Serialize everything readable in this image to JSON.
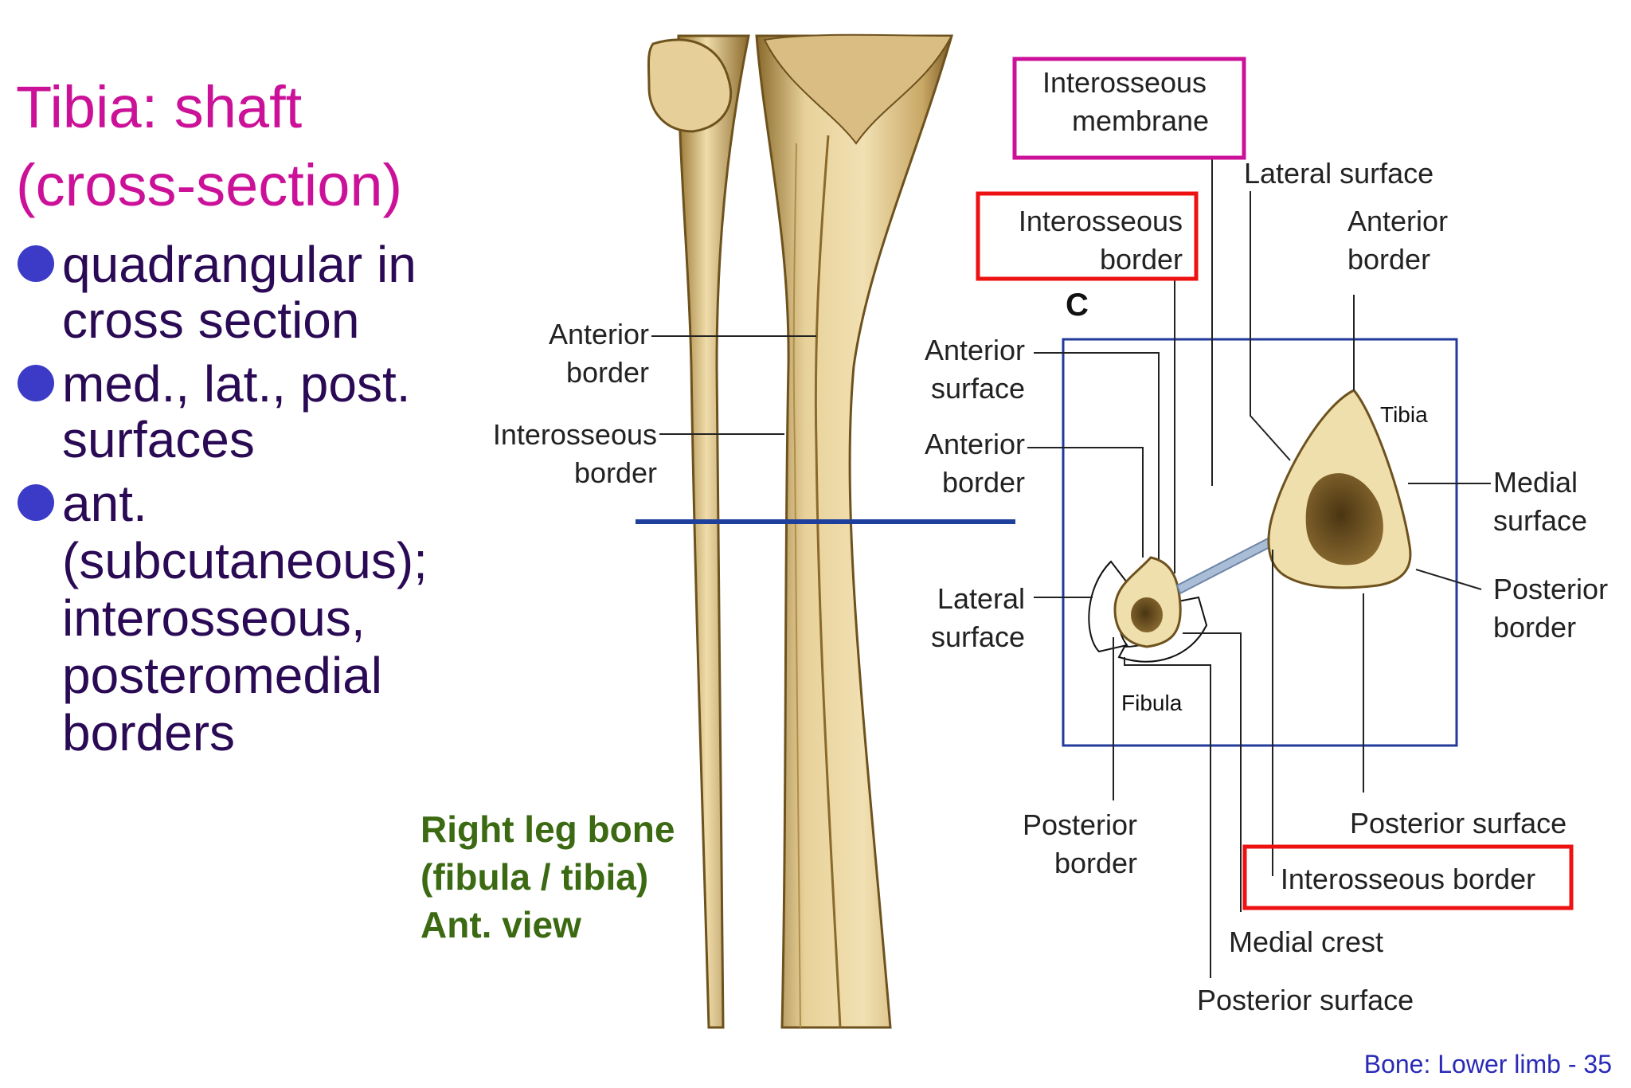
{
  "slide": {
    "title_line1": "Tibia: shaft",
    "title_line2": "(cross-section)",
    "bullets": [
      {
        "lines": [
          "quadrangular in",
          "cross section"
        ]
      },
      {
        "lines": [
          "med., lat., post.",
          "surfaces"
        ]
      },
      {
        "lines": [
          "ant.",
          "(subcutaneous);",
          "interosseous,",
          "posteromedial",
          "borders"
        ]
      }
    ],
    "caption": [
      "Right leg bone",
      "(fibula / tibia)",
      "Ant. view"
    ],
    "footer": "Bone: Lower limb - 35"
  },
  "figure": {
    "leg_labels": {
      "anterior_border": [
        "Anterior",
        "border"
      ],
      "interosseous_border": [
        "Interosseous",
        "border"
      ]
    },
    "panel_letter": "C",
    "labels": {
      "interosseous_membrane": [
        "Interosseous",
        "membrane"
      ],
      "interosseous_border_top": [
        "Interosseous",
        "border"
      ],
      "lateral_surface_top": "Lateral surface",
      "anterior_border_right": [
        "Anterior",
        "border"
      ],
      "anterior_surface": [
        "Anterior",
        "surface"
      ],
      "anterior_border_left": [
        "Anterior",
        "border"
      ],
      "lateral_surface_left": [
        "Lateral",
        "surface"
      ],
      "tibia": "Tibia",
      "fibula": "Fibula",
      "medial_surface": [
        "Medial",
        "surface"
      ],
      "posterior_border_right": [
        "Posterior",
        "border"
      ],
      "posterior_border_bottom": [
        "Posterior",
        "border"
      ],
      "posterior_surface_right": "Posterior surface",
      "interosseous_border_bottom": "Interosseous border",
      "medial_crest": "Medial crest",
      "posterior_surface_bottom": "Posterior surface"
    },
    "colors": {
      "magenta_box": "#cc1199",
      "red_box": "#ee1111",
      "section_line": "#1f3f9c",
      "bone": "#e8d6a6",
      "marrow": "#6a5220"
    }
  }
}
